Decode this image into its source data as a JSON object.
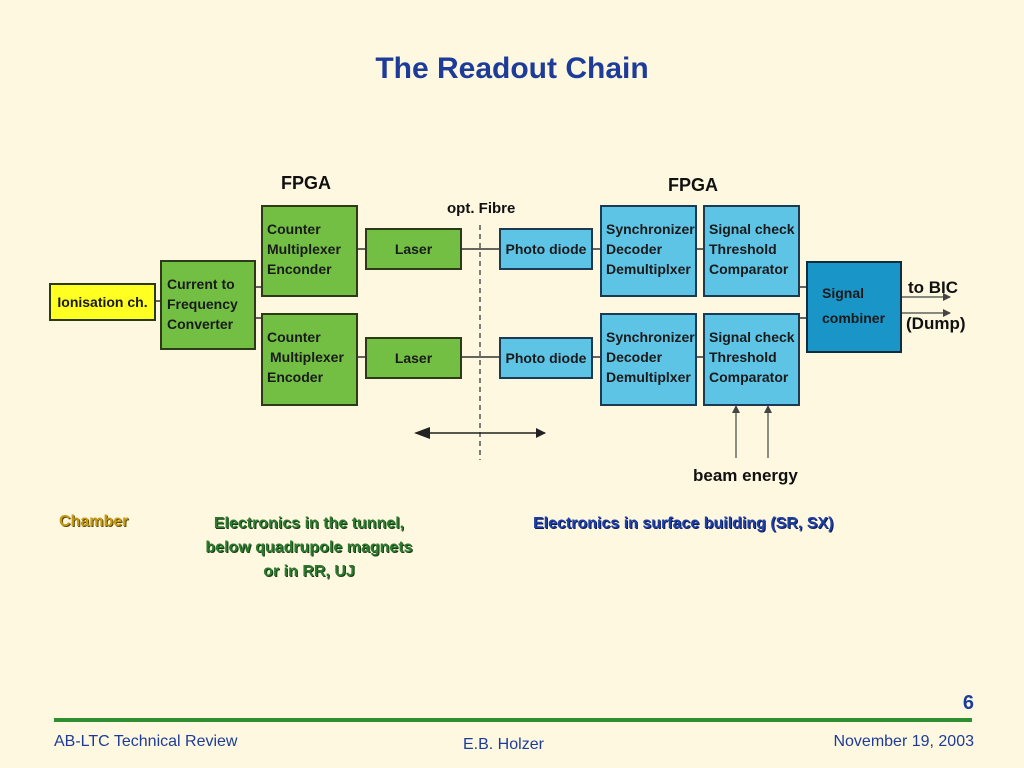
{
  "title": "The Readout Chain",
  "labels": {
    "fpga_left": "FPGA",
    "fpga_right": "FPGA",
    "opt_fibre": "opt. Fibre",
    "beam_energy": "beam energy",
    "to_bic": "to BIC",
    "dump": "(Dump)"
  },
  "blocks": {
    "ionisation": "Ionisation ch.",
    "cfc": [
      "Current to",
      "Frequency",
      "Converter"
    ],
    "counter_top": [
      "Counter",
      "Multiplexer",
      "Enconder"
    ],
    "counter_bottom": [
      "Counter",
      "Multiplexer",
      "Encoder"
    ],
    "laser_top": "Laser",
    "laser_bottom": "Laser",
    "photo_top": "Photo diode",
    "photo_bottom": "Photo diode",
    "sync_top": [
      "Synchronizer",
      "Decoder",
      "Demultiplxer"
    ],
    "sync_bottom": [
      "Synchronizer",
      "Decoder",
      "Demultiplxer"
    ],
    "check_top": [
      "Signal check",
      "Threshold",
      "Comparator"
    ],
    "check_bottom": [
      "Signal check",
      "Threshold",
      "Comparator"
    ],
    "combiner": [
      "Signal",
      "combiner"
    ]
  },
  "captions": {
    "chamber": "Chamber",
    "tunnel": [
      "Electronics in the tunnel,",
      "below quadrupole magnets",
      "or in RR, UJ"
    ],
    "surface": "Electronics in surface building (SR, SX)"
  },
  "colors": {
    "title": "#1d3c9a",
    "fpga_block": "#72bf44",
    "receiver_block": "#5ec4e6",
    "combiner_block": "#1a95c8",
    "chamber_block": "#ffff22",
    "footer_line": "#2f8f2f"
  },
  "footer": {
    "left": "AB-LTC Technical Review",
    "center": "E.B. Holzer",
    "right": "November 19, 2003",
    "page": "6"
  }
}
